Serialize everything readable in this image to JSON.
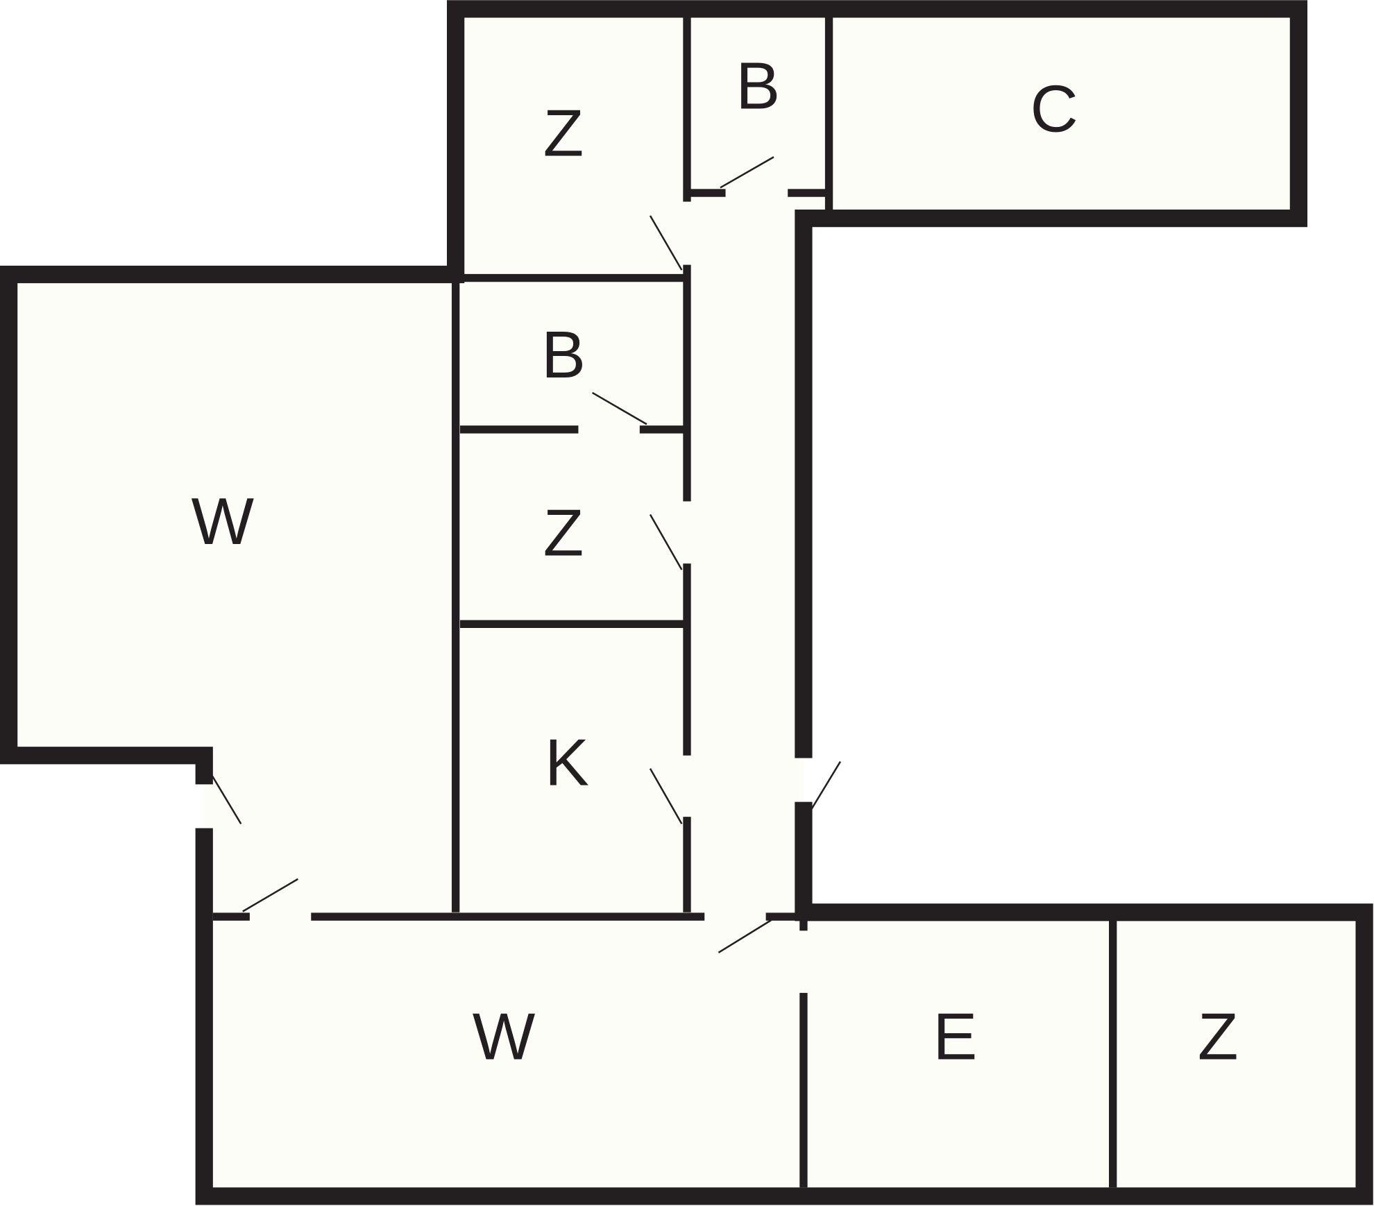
{
  "title": "Floor plan",
  "colors": {
    "wall": "#231f20",
    "floor": "#fdfdf8",
    "background": "#ffffff"
  },
  "rooms": [
    {
      "id": "z-top",
      "label": "Z"
    },
    {
      "id": "b-top",
      "label": "B"
    },
    {
      "id": "c-top",
      "label": "C"
    },
    {
      "id": "b-mid",
      "label": "B"
    },
    {
      "id": "w-left",
      "label": "W"
    },
    {
      "id": "z-mid",
      "label": "Z"
    },
    {
      "id": "k-mid",
      "label": "K"
    },
    {
      "id": "w-bottom",
      "label": "W"
    },
    {
      "id": "e-bottom",
      "label": "E"
    },
    {
      "id": "z-bottom",
      "label": "Z"
    }
  ]
}
